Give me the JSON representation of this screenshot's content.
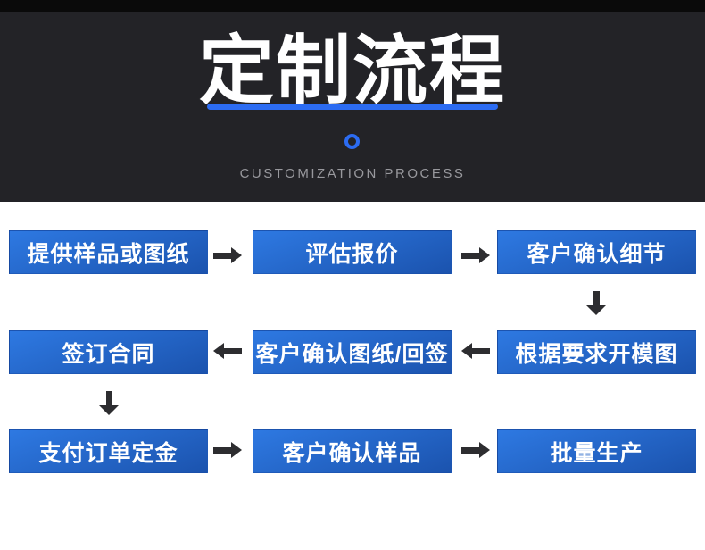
{
  "colors": {
    "accent": "#2c6cf2",
    "hero_bg": "#232327",
    "hero_top_strip": "#0a0a0a",
    "box_gradient_light": "#2e79e2",
    "box_gradient_dark": "#1b53ae",
    "arrow": "#2d2d30",
    "subtitle_text": "#98989d",
    "box_text": "#ffffff"
  },
  "header": {
    "title": "定制流程",
    "subtitle": "CUSTOMIZATION PROCESS"
  },
  "flowchart": {
    "steps": [
      {
        "label": "提供样品或图纸"
      },
      {
        "label": "评估报价"
      },
      {
        "label": "客户确认细节"
      },
      {
        "label": "根据要求开模图"
      },
      {
        "label": "客户确认图纸/回签"
      },
      {
        "label": "签订合同"
      },
      {
        "label": "支付订单定金"
      },
      {
        "label": "客户确认样品"
      },
      {
        "label": "批量生产"
      }
    ]
  }
}
